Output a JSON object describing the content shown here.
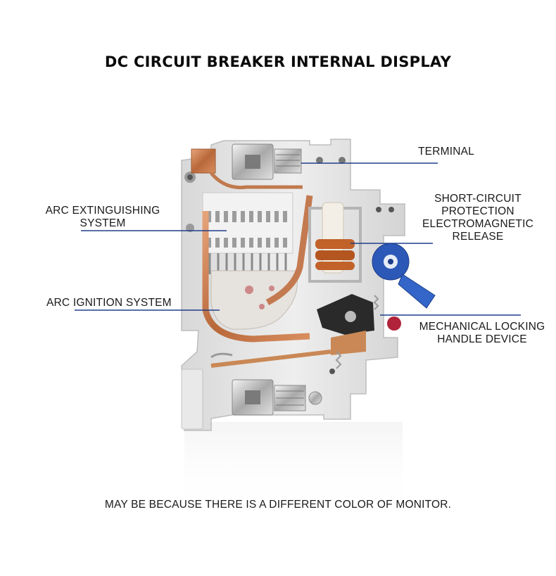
{
  "title": "DC CIRCUIT BREAKER INTERNAL DISPLAY",
  "labels": {
    "terminal": [
      "TERMINAL"
    ],
    "arc_extinguishing": [
      "ARC EXTINGUISHING",
      "SYSTEM"
    ],
    "short_circuit": [
      "SHORT-CIRCUIT",
      "PROTECTION",
      "ELECTROMAGNETIC",
      "RELEASE"
    ],
    "arc_ignition": [
      "ARC IGNITION SYSTEM"
    ],
    "mechanical_locking": [
      "MECHANICAL LOCKING",
      "HANDLE DEVICE"
    ]
  },
  "footnote": "MAY BE BECAUSE THERE IS A DIFFERENT COLOR OF MONITOR.",
  "colors": {
    "leader_line": "#1f3f8a",
    "housing": "#e4e4e4",
    "copper": "#c87a4a",
    "blue_part": "#2c58b8",
    "red_part": "#b0233a"
  }
}
